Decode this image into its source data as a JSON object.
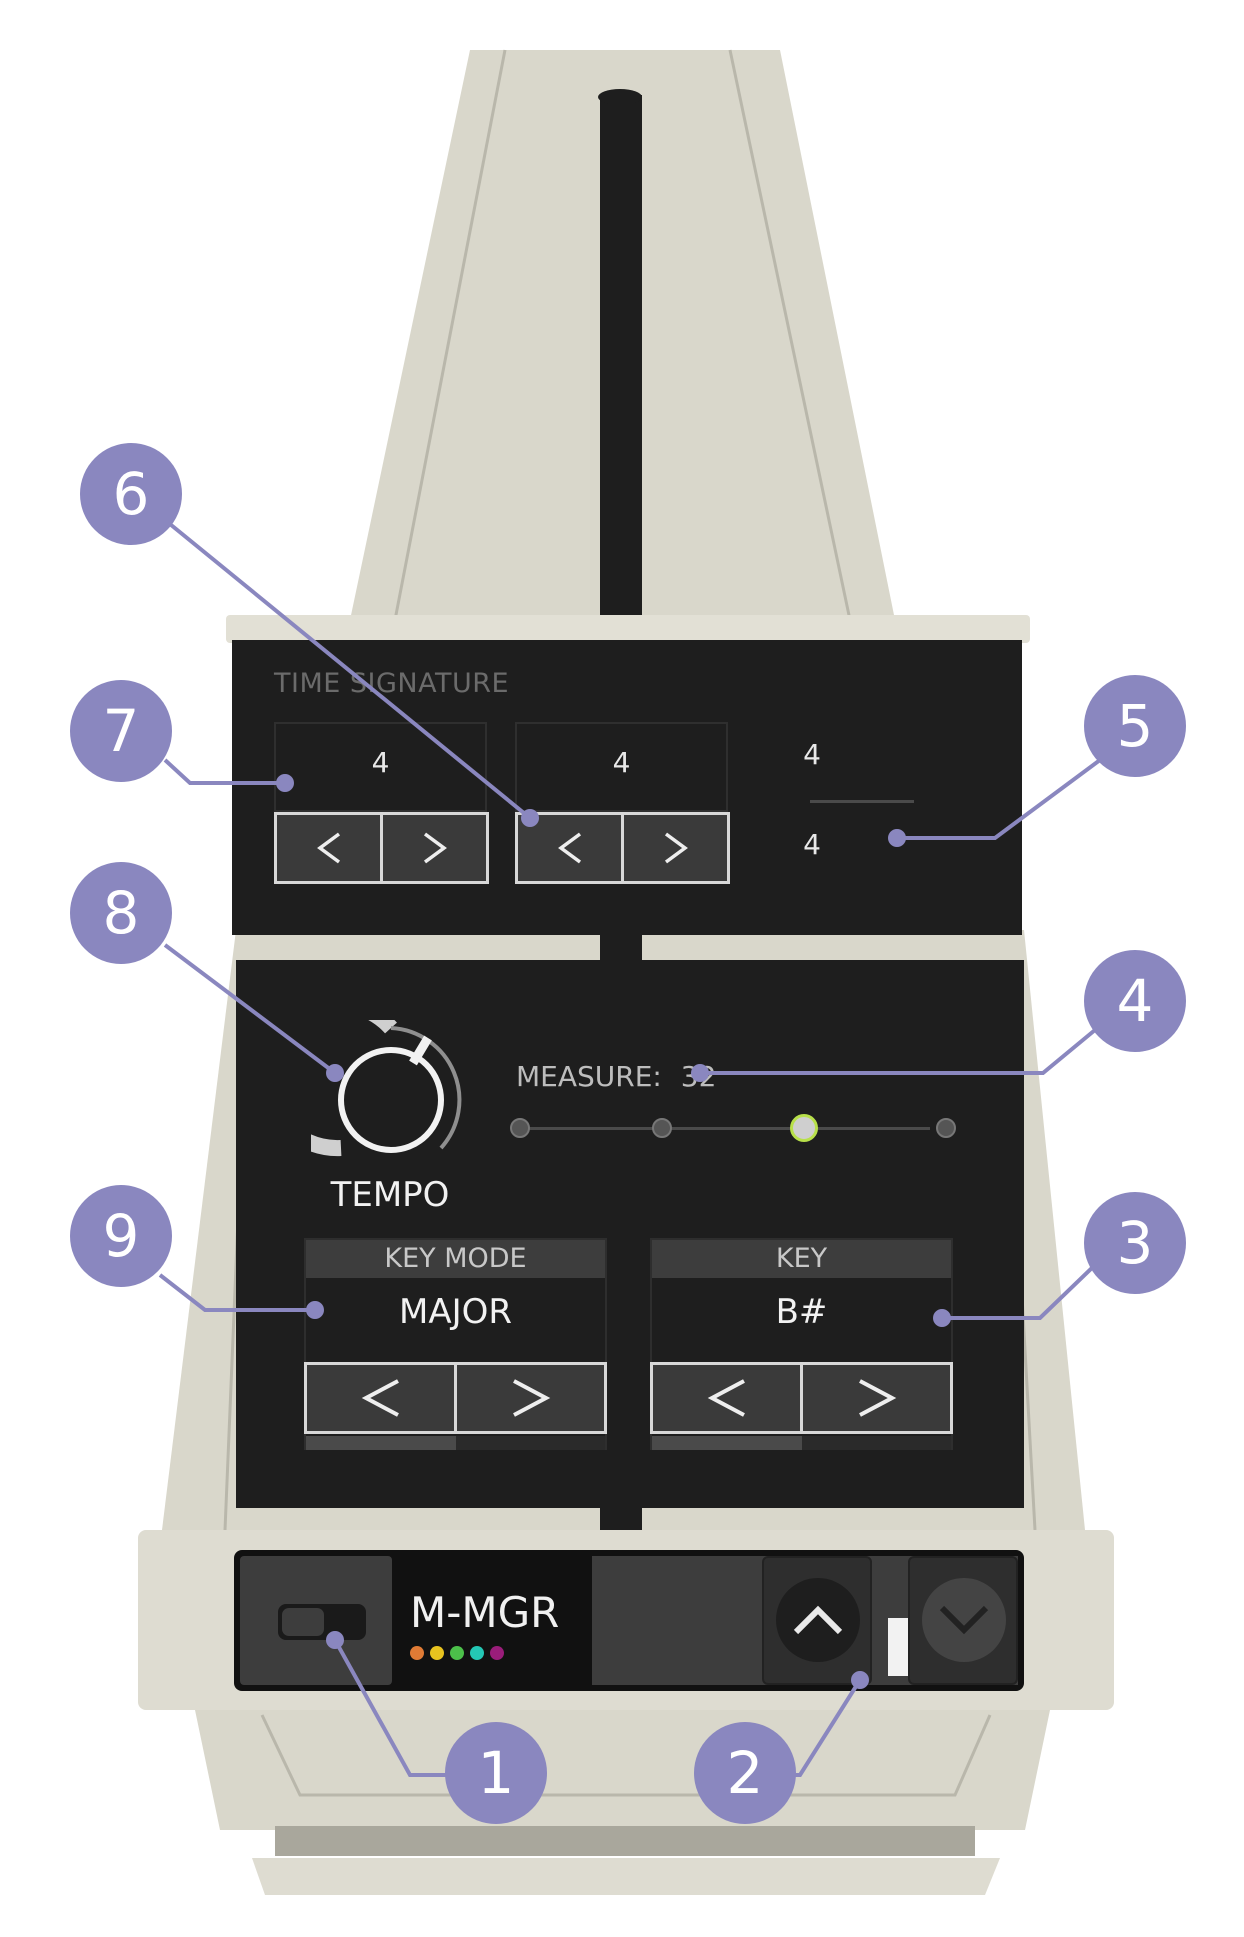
{
  "time_signature": {
    "label": "TIME SIGNATURE",
    "numerator": "4",
    "denominator": "4",
    "display_top": "4",
    "display_bottom": "4"
  },
  "arrows": {
    "left": "<",
    "right": ">"
  },
  "tempo": {
    "label": "TEMPO"
  },
  "measure": {
    "label": "MEASURE:",
    "value": "32",
    "step_count": 4,
    "active_step": 3
  },
  "key_mode": {
    "label": "KEY MODE",
    "value": "MAJOR",
    "progress": 0.5
  },
  "key": {
    "label": "KEY",
    "value": "B#",
    "progress": 0.5
  },
  "footer": {
    "name": "M-MGR",
    "color_dots": [
      "#e07b35",
      "#e8c31f",
      "#4cc04a",
      "#24c7b5",
      "#9a1d7a"
    ]
  },
  "callouts": [
    "1",
    "2",
    "3",
    "4",
    "5",
    "6",
    "7",
    "8",
    "9"
  ],
  "colors": {
    "callout": "#8a87bf",
    "body": "#d9d7cb",
    "panel": "#1e1e1e",
    "active_step": "#b8e04a"
  }
}
